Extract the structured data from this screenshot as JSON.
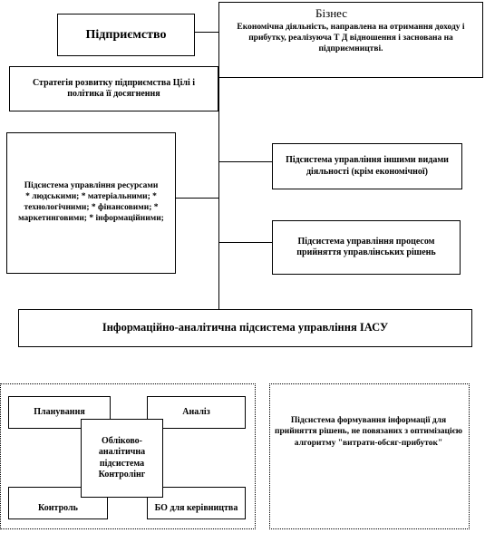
{
  "diagram": {
    "enterprise": "Підприємство",
    "business": {
      "title": "Бізнес",
      "description": "Економічна діяльність, направлена на отримання доходу і прибутку, реалізуюча Т Д відношення і заснована на підприємництві."
    },
    "strategy": "Стратегія розвитку підприємства Цілі і політика її досягнення",
    "resources": {
      "title": "Підсистема управління ресурсами",
      "items": "* людськими; * матеріальними; * технологічними; * фінансовими; * маркетинговими; * інформаційними;"
    },
    "other_activities": "Підсистема управління іншими видами діяльності (крім економічної)",
    "decisions": "Підсистема управління процесом прийняття управлінських рішень",
    "iasu": "Інформаційно-аналітична підсистема управління ІАСУ",
    "cluster": {
      "planning": "Планування",
      "analysis": "Аналіз",
      "control": "Контроль",
      "bo": "БО для керівництва",
      "center": "Обліково-аналітична підсистема Контролінг"
    },
    "info_formation": "Підсистема формування інформації для прийняття рішень, не повязаних з оптимізацією алгоритму \"витрати-обсяг-прибуток\""
  }
}
